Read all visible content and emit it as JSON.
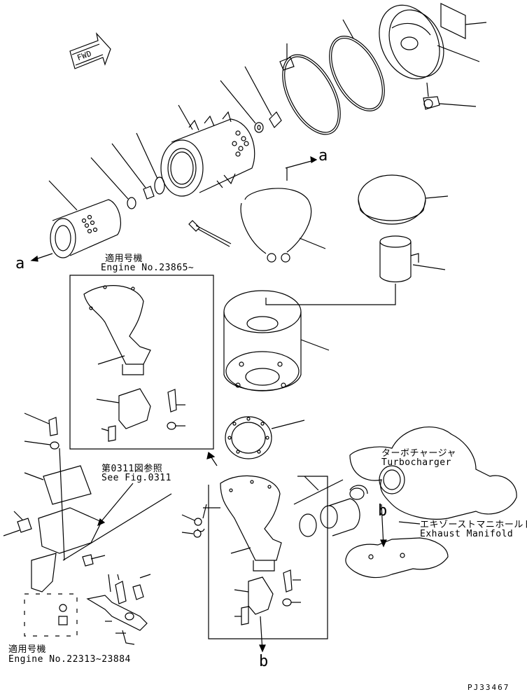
{
  "fwd_label": "FWD",
  "callout_a": "a",
  "callout_b": "b",
  "applicable_engine_top": {
    "jp": "適用号機",
    "en": "Engine No.23865~"
  },
  "fig_reference": {
    "jp": "第0311図参照",
    "en": "See Fig.0311"
  },
  "turbocharger": {
    "jp": "ターボチャージャ",
    "en": "Turbocharger"
  },
  "exhaust_manifold": {
    "jp": "エキゾーストマニホールド",
    "en": "Exhaust Manifold"
  },
  "applicable_engine_bottom": {
    "jp": "適用号機",
    "en": "Engine No.22313~23884"
  },
  "drawing_number": "PJ33467"
}
